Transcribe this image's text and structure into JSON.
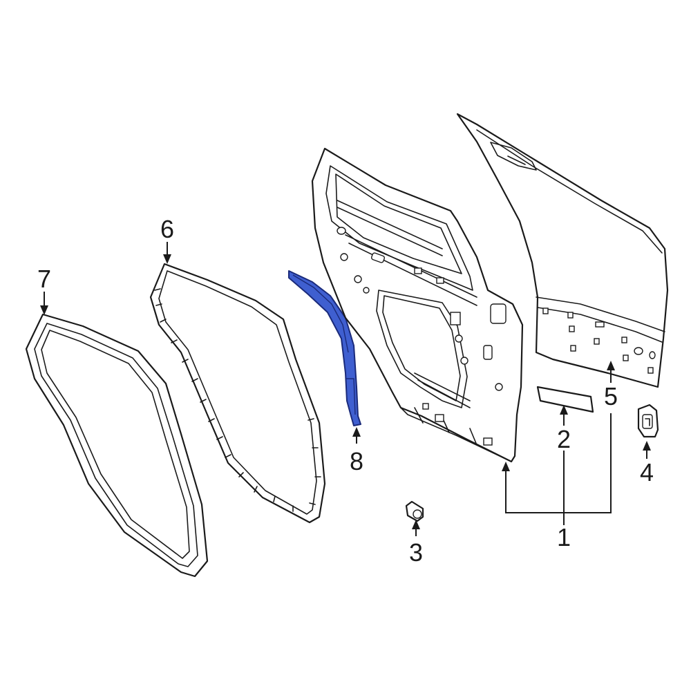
{
  "callouts": {
    "c1": "1",
    "c2": "2",
    "c3": "3",
    "c4": "4",
    "c5": "5",
    "c6": "6",
    "c7": "7",
    "c8": "8"
  },
  "colors": {
    "highlight_fill": "#3f5fd0",
    "highlight_stroke": "#1a2a7a",
    "line": "#1a1a1a",
    "background": "#ffffff"
  }
}
